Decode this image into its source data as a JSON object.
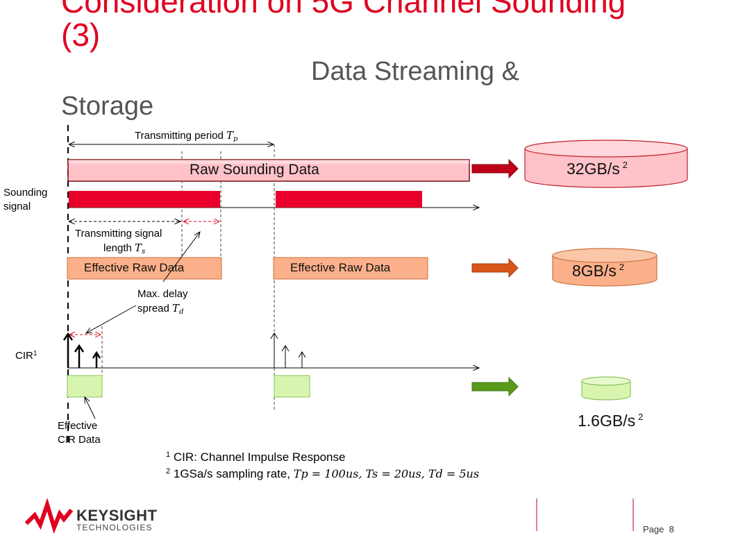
{
  "slide": {
    "title_line1": "Consideration on 5G Channel Sounding",
    "title_line2": "(3)",
    "subtitle_line1": "Data Streaming &",
    "subtitle_line2": "Storage"
  },
  "diagram": {
    "transmitting_period_label": "Transmitting period",
    "transmitting_period_symbol": "T",
    "transmitting_period_sub": "p",
    "raw_sounding_data": "Raw Sounding Data",
    "sounding_signal_line1": "Sounding",
    "sounding_signal_line2": "signal",
    "tx_signal_length_line1": "Transmitting signal",
    "tx_signal_length_line2": "length",
    "tx_signal_symbol": "T",
    "tx_signal_sub": "s",
    "effective_raw_data_1": "Effective Raw Data",
    "effective_raw_data_2": "Effective Raw Data",
    "max_delay_line1": "Max. delay",
    "max_delay_line2": "spread",
    "max_delay_symbol": "T",
    "max_delay_sub": "d",
    "cir_label": "CIR",
    "cir_sup": "1",
    "effective_cir_line1": "Effective",
    "effective_cir_line2": "CIR Data"
  },
  "storage": {
    "rate_32": "32GB/s",
    "rate_8": "8GB/s",
    "rate_1_6": "1.6GB/s",
    "footnote_ref": "2"
  },
  "footnotes": {
    "note1_num": "1",
    "note1_text": "CIR: Channel Impulse Response",
    "note2_num": "2",
    "note2_text": "1GSa/s sampling rate,",
    "note2_math": "Tp = 100us, Ts = 20us, Td = 5us"
  },
  "branding": {
    "company": "KEYSIGHT",
    "company_sub": "TECHNOLOGIES",
    "page_label": "Page",
    "page_number": "8"
  },
  "colors": {
    "title": "#e00020",
    "raw_bar": "#e8002a",
    "raw_box_fill": "#ffc2c8",
    "effective_box_fill": "#fbb08a",
    "cir_box_fill": "#d8f5b0",
    "arrow_red": "#c00018",
    "arrow_orange": "#d9541a",
    "arrow_green": "#5a9a1a"
  }
}
